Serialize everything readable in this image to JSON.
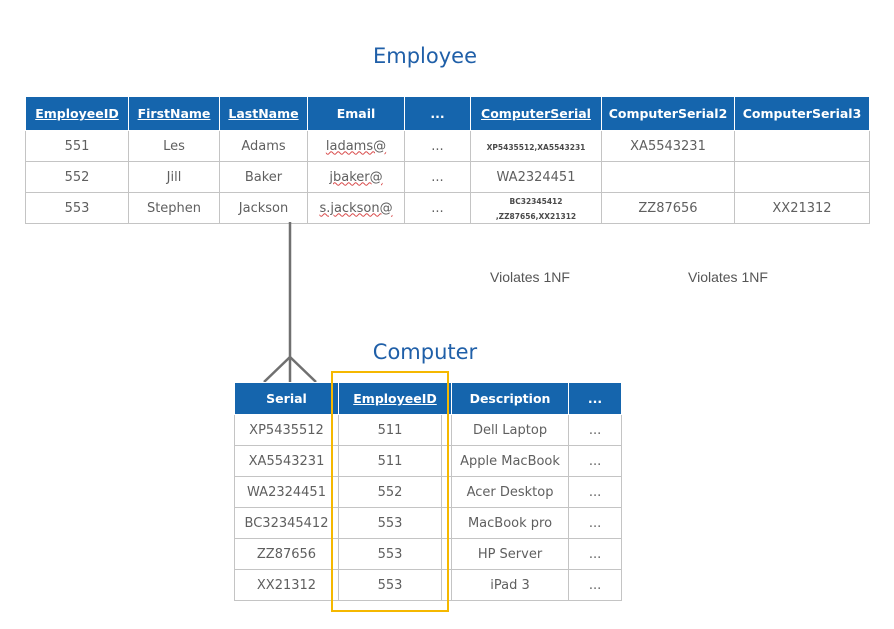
{
  "employee": {
    "title": "Employee",
    "columns": [
      "EmployeeID",
      "FirstName",
      "LastName",
      "Email",
      "...",
      "ComputerSerial",
      "ComputerSerial2",
      "ComputerSerial3"
    ],
    "rows": [
      {
        "id": "551",
        "first": "Les",
        "last": "Adams",
        "email": "ladams@",
        "more": "...",
        "serial": "XP5435512,XA5543231",
        "serial2": "XA5543231",
        "serial3": ""
      },
      {
        "id": "552",
        "first": "Jill",
        "last": "Baker",
        "email": "jbaker@",
        "more": "...",
        "serial": "WA2324451",
        "serial2": "",
        "serial3": ""
      },
      {
        "id": "553",
        "first": "Stephen",
        "last": "Jackson",
        "email": "s.jackson@",
        "more": "...",
        "serial_line1": "BC32345412",
        "serial_line2": ",ZZ87656,XX21312",
        "serial2": "ZZ87656",
        "serial3": "XX21312"
      }
    ]
  },
  "annotations": {
    "violation_1": "Violates 1NF",
    "violation_2": "Violates 1NF"
  },
  "computer": {
    "title": "Computer",
    "columns": [
      "Serial",
      "EmployeeID",
      "Description",
      "..."
    ],
    "rows": [
      {
        "serial": "XP5435512",
        "employee_id": "511",
        "description": "Dell Laptop",
        "more": "..."
      },
      {
        "serial": "XA5543231",
        "employee_id": "511",
        "description": "Apple MacBook",
        "more": "..."
      },
      {
        "serial": "WA2324451",
        "employee_id": "552",
        "description": "Acer Desktop",
        "more": "..."
      },
      {
        "serial": "BC32345412",
        "employee_id": "553",
        "description": "MacBook pro",
        "more": "..."
      },
      {
        "serial": "ZZ87656",
        "employee_id": "553",
        "description": "HP Server",
        "more": "..."
      },
      {
        "serial": "XX21312",
        "employee_id": "553",
        "description": "iPad 3",
        "more": "..."
      }
    ]
  },
  "colors": {
    "header_bg": "#1565ad",
    "title_text": "#1f5fa8",
    "highlight_border": "#f5b800",
    "connector": "#707070"
  }
}
